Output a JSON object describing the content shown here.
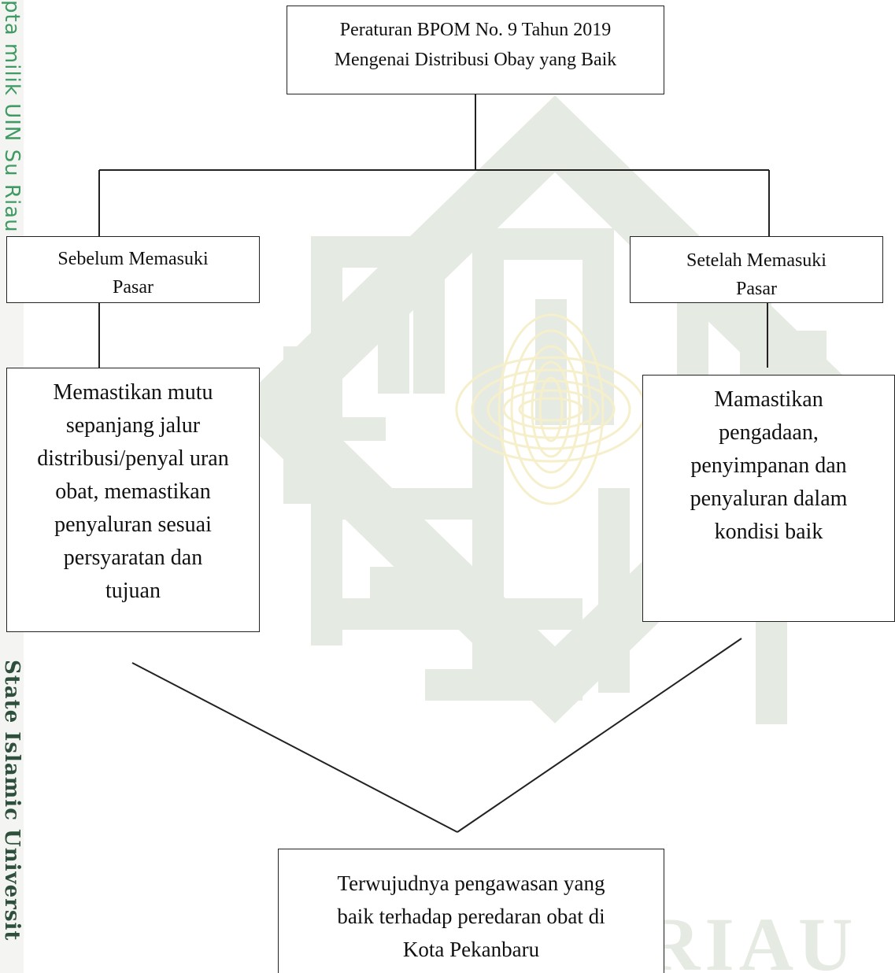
{
  "watermark": {
    "side_text_top": "pta milik UIN Su Riau",
    "side_text_bottom": "State Islamic Universit",
    "bottom_right_text": "RIAU"
  },
  "diagram": {
    "top_box": {
      "line1": "Peraturan BPOM No. 9 Tahun 2019",
      "line2": "Mengenai Distribusi Obay yang Baik"
    },
    "left_branch": {
      "label": [
        "Sebelum Memasuki",
        "Pasar"
      ],
      "description": [
        "Memastikan mutu",
        "sepanjang jalur",
        "distribusi/penyal uran",
        "obat, memastikan",
        "penyaluran sesuai",
        "persyaratan dan",
        "tujuan"
      ]
    },
    "right_branch": {
      "label": [
        "Setelah Memasuki",
        "Pasar"
      ],
      "description": [
        "Mamastikan",
        "pengadaan,",
        "penyimpanan dan",
        "penyaluran dalam",
        "kondisi baik"
      ]
    },
    "result_box": {
      "lines": [
        "Terwujudnya pengawasan yang",
        "baik terhadap peredaran obat di",
        "Kota Pekanbaru"
      ]
    }
  },
  "colors": {
    "watermark_green": "#e5eae2",
    "watermark_gold": "#f6efcc",
    "side_green": "#3f9a63",
    "line": "#222222"
  }
}
